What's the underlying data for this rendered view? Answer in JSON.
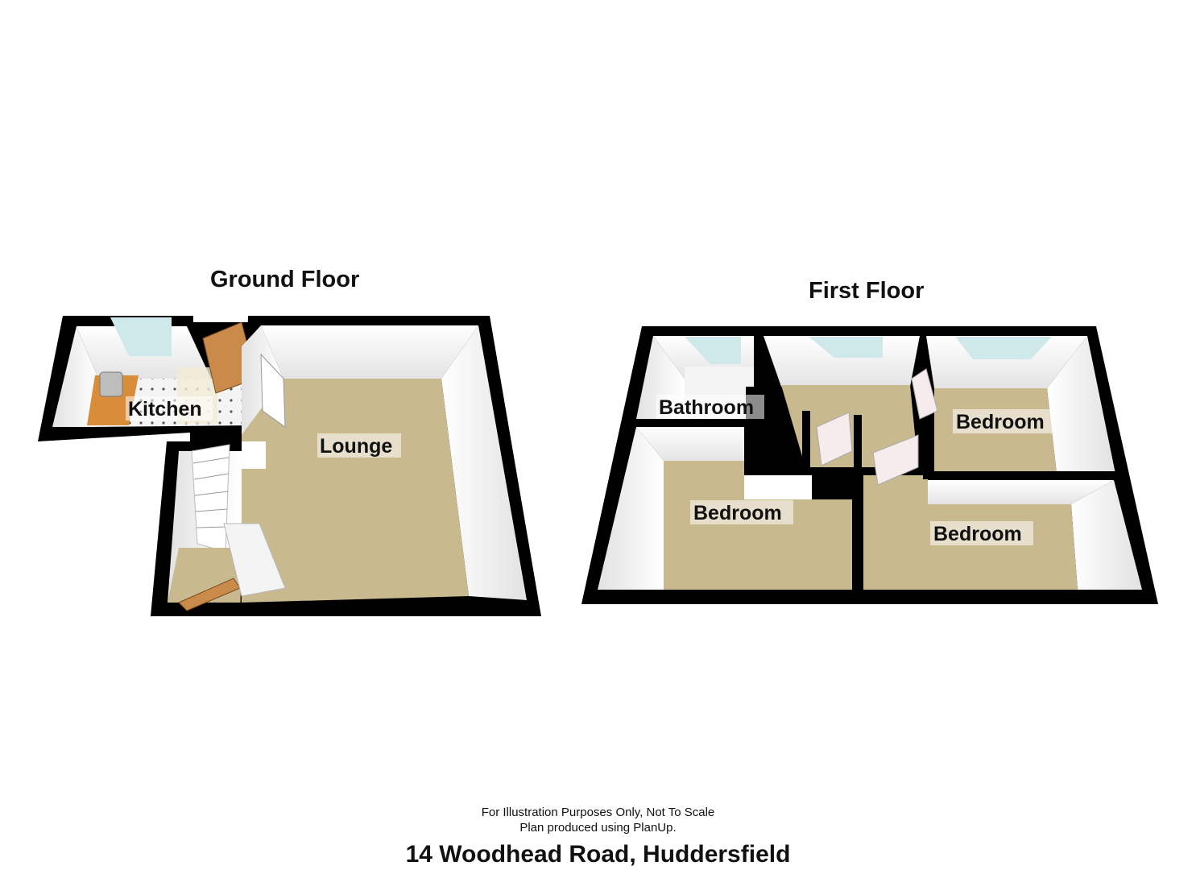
{
  "floors": [
    {
      "title": "Ground Floor",
      "rooms": [
        "Kitchen",
        "Lounge"
      ]
    },
    {
      "title": "First Floor",
      "rooms": [
        "Bathroom",
        "Bedroom",
        "Bedroom",
        "Bedroom"
      ]
    }
  ],
  "footer": {
    "disclaimer": "For Illustration Purposes Only, Not To Scale",
    "credit": "Plan produced using PlanUp."
  },
  "address": "14 Woodhead Road, Huddersfield",
  "colors": {
    "wall": "#000000",
    "carpet": "#c9b98f",
    "inner_wall": "#f2f2f2",
    "window": "#cfe9ea",
    "door": "#c98a4a",
    "worktop": "#d98c3a"
  }
}
